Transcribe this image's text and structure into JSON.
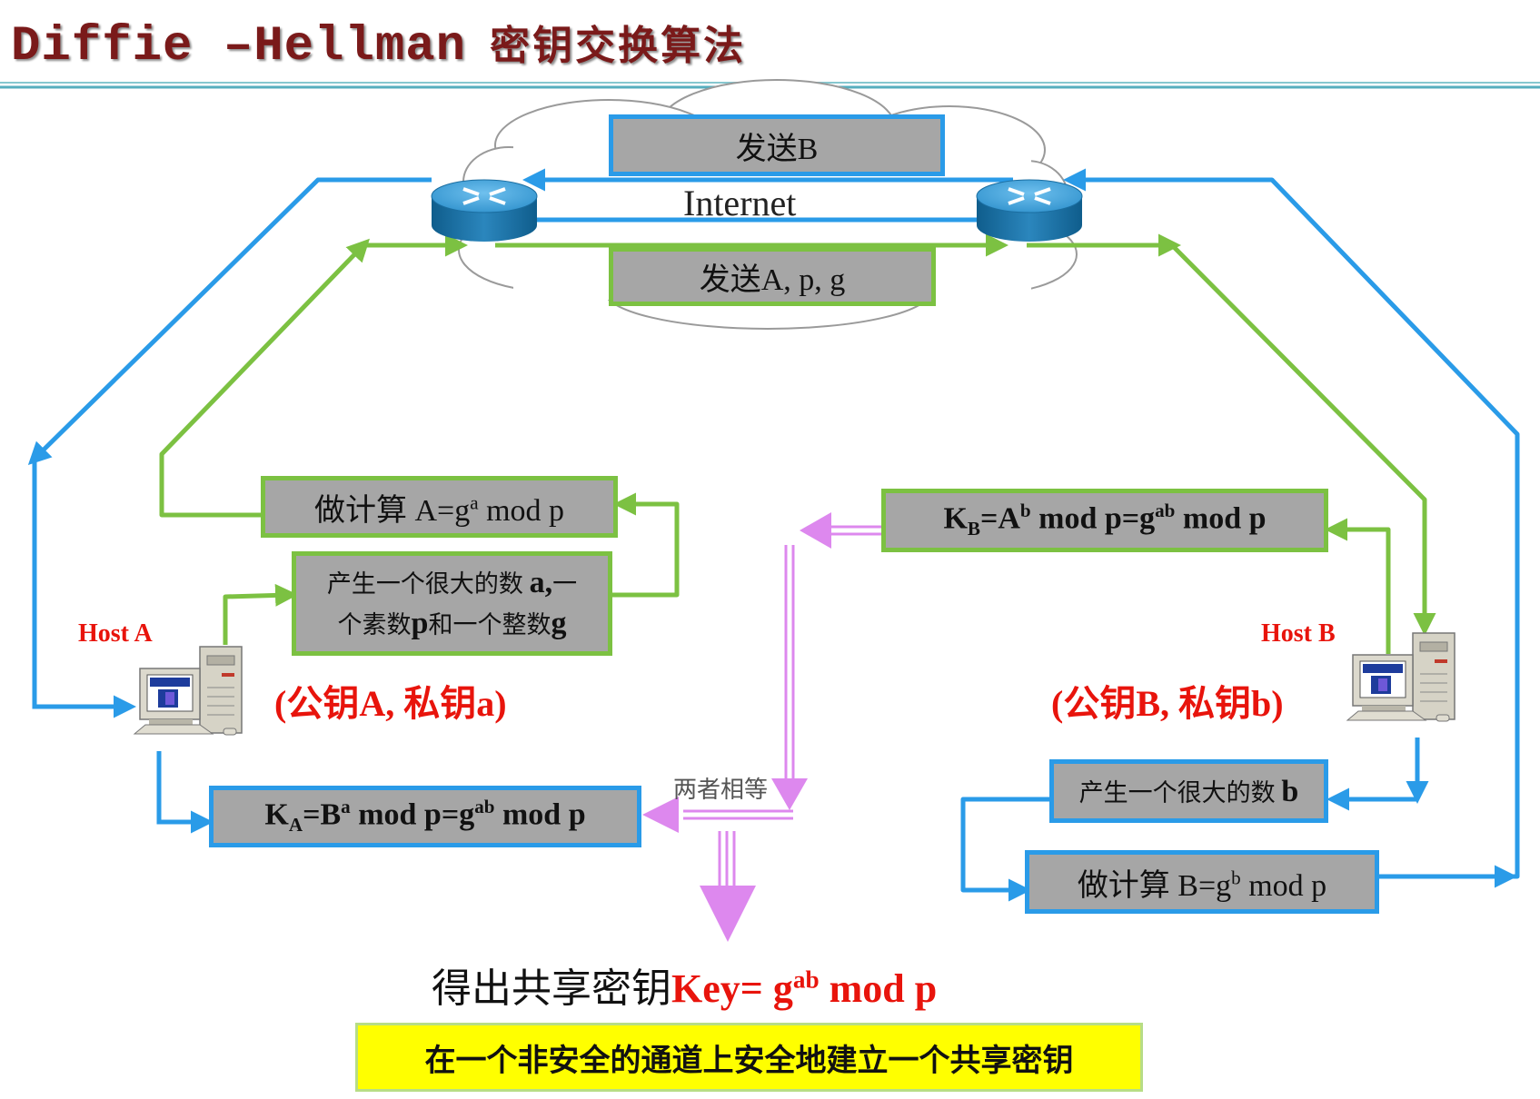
{
  "title": {
    "latin": "Diffie –Hellman",
    "chinese": "密钥交换算法"
  },
  "internet": {
    "label": "Internet",
    "send_b": "发送B",
    "send_apg": "发送A, p, g"
  },
  "host_a": {
    "label": "Host A",
    "keys": "(公钥A, 私钥a)",
    "compute_box": {
      "prefix": "做计算 A=g",
      "exp": "a",
      "suffix": " mod p"
    },
    "generate_box": {
      "line1_text": "产生一个很大的数 ",
      "line1_bold": "a,",
      "line1_tail": "一",
      "line2_text1": "个素数",
      "line2_bold1": "p",
      "line2_text2": "和一个整数",
      "line2_bold2": "g"
    },
    "key_box": {
      "k": "K",
      "sub": "A",
      "mid": "=B",
      "exp1": "a",
      "mid2": " mod p=g",
      "exp2": "ab",
      "suffix": " mod p"
    }
  },
  "host_b": {
    "label": "Host B",
    "keys": "(公钥B, 私钥b)",
    "key_box": {
      "k": "K",
      "sub": "B",
      "mid": "=A",
      "exp1": "b",
      "mid2": " mod p=g",
      "exp2": "ab",
      "suffix": " mod p"
    },
    "generate_box": {
      "text": "产生一个很大的数 ",
      "bold": "b"
    },
    "compute_box": {
      "prefix": "做计算 B=g",
      "exp": "b",
      "suffix": " mod p"
    }
  },
  "equal_label": "两者相等",
  "result": {
    "prefix": "得出共享密钥",
    "key": "Key= g",
    "exp": "ab",
    "suffix": " mod p"
  },
  "footer": "在一个非安全的通道上安全地建立一个共享密钥",
  "colors": {
    "green": "#7cc142",
    "blue": "#2a9be8",
    "violet": "#dd88ee",
    "red": "#e8140c",
    "title": "#7a1a1a",
    "gray": "#a6a6a6",
    "yellow": "#ffff00"
  },
  "icons": [
    "router-icon",
    "computer-icon",
    "cloud-icon"
  ]
}
